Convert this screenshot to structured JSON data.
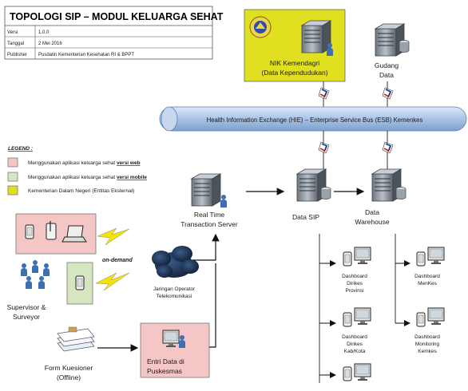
{
  "title": "TOPOLOGI SIP – MODUL KELUARGA SEHAT",
  "meta": [
    {
      "key": "Versi",
      "value": "1.0.0"
    },
    {
      "key": "Tanggal",
      "value": "2 Mei 2016"
    },
    {
      "key": "Publisher",
      "value": "Pusdatin Kementerian Kesehatan RI & BPPT"
    }
  ],
  "legend": {
    "title": "LEGEND :",
    "items": [
      {
        "text": "Menggunakan aplikasi keluarga sehat ",
        "emph": "versi web",
        "color": "#f5c6c6"
      },
      {
        "text": "Menggunakan aplikasi keluarga sehat ",
        "emph": "versi mobile",
        "color": "#d5e6c0"
      },
      {
        "text": "Kementerian Dalam Negeri (Entitas Eksternal)",
        "emph": "",
        "color": "#e0e020"
      }
    ]
  },
  "nodes": {
    "nik": [
      "NIK Kemendagri",
      "(Data Kependudukan)"
    ],
    "gudang": [
      "Gudang",
      "Data"
    ],
    "bus": "Health Information Exchange (HIE) – Enterprise Service Bus (ESB) Kemenkes",
    "rts": [
      "Real Time",
      "Transaction Server"
    ],
    "datasip": "Data SIP",
    "warehouse": [
      "Data",
      "Warehouse"
    ],
    "ondemand": "on-demand",
    "jaringan": [
      "Jaringan Operator",
      "Telekomunikasi"
    ],
    "supervisor": [
      "Supervisor &",
      "Surveyor"
    ],
    "form": [
      "Form Kuesioner",
      "(Offline)"
    ],
    "entri": [
      "Entri Data di",
      "Puskesmas"
    ],
    "dash_prov": [
      "Dashboard",
      "Dinkes",
      "Provinsi"
    ],
    "dash_kab": [
      "Dashboard",
      "Dinkes",
      "Kab/Kota"
    ],
    "dash_menkes": [
      "Dashboard",
      "MenKes"
    ],
    "dash_monitor": [
      "Dashboard",
      "Monitoring",
      "Kemkes"
    ]
  },
  "colors": {
    "web": "#f5c6c6",
    "mobile": "#d5e6c0",
    "external": "#e0e020",
    "bus": "#a9c4e6",
    "cloud": "#1d3557"
  }
}
